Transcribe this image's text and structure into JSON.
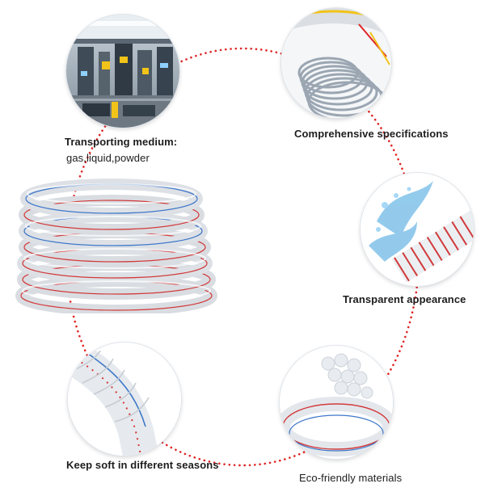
{
  "features": {
    "transport": {
      "line1": "Transporting medium:",
      "line2": "gas,liquid,powder",
      "icon": "factory-interior-icon"
    },
    "specifications": {
      "label": "Comprehensive specifications",
      "icon": "hose-closeup-icon"
    },
    "transparent": {
      "label": "Transparent appearance",
      "icon": "water-splash-icon"
    },
    "soft": {
      "label": "Keep soft in different seasons",
      "icon": "bent-hose-icon"
    },
    "eco": {
      "label": "Eco-friendly materials",
      "icon": "pvc-pellets-icon"
    }
  },
  "product": {
    "icon": "coiled-hose-icon"
  },
  "colors": {
    "ring_dots": "#e02424",
    "text": "#1d1d1d",
    "hose_stripe": "#d23a3a",
    "hose_blue": "#3f78c9"
  }
}
